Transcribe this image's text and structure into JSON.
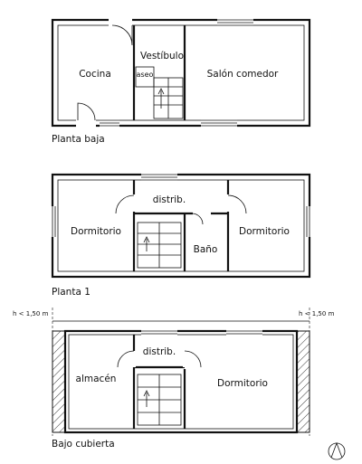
{
  "floors": {
    "ground": {
      "title": "Planta baja",
      "rooms": {
        "kitchen": "Cocina",
        "hall": "Vestíbulo",
        "toilet": "aseo",
        "living": "Salón comedor"
      }
    },
    "first": {
      "title": "Planta 1",
      "rooms": {
        "landing": "distrib.",
        "bedroom_left": "Dormitorio",
        "bath": "Baño",
        "bedroom_right": "Dormitorio"
      }
    },
    "attic": {
      "title": "Bajo cubierta",
      "rooms": {
        "landing": "distrib.",
        "storage": "almacén",
        "bedroom": "Dormitorio"
      },
      "height_left": "h < 1,50 m",
      "height_right": "h < 1,50 m"
    }
  },
  "colors": {
    "line": "#111111",
    "background": "#ffffff"
  },
  "icons": {
    "north": "north-arrow-icon"
  }
}
